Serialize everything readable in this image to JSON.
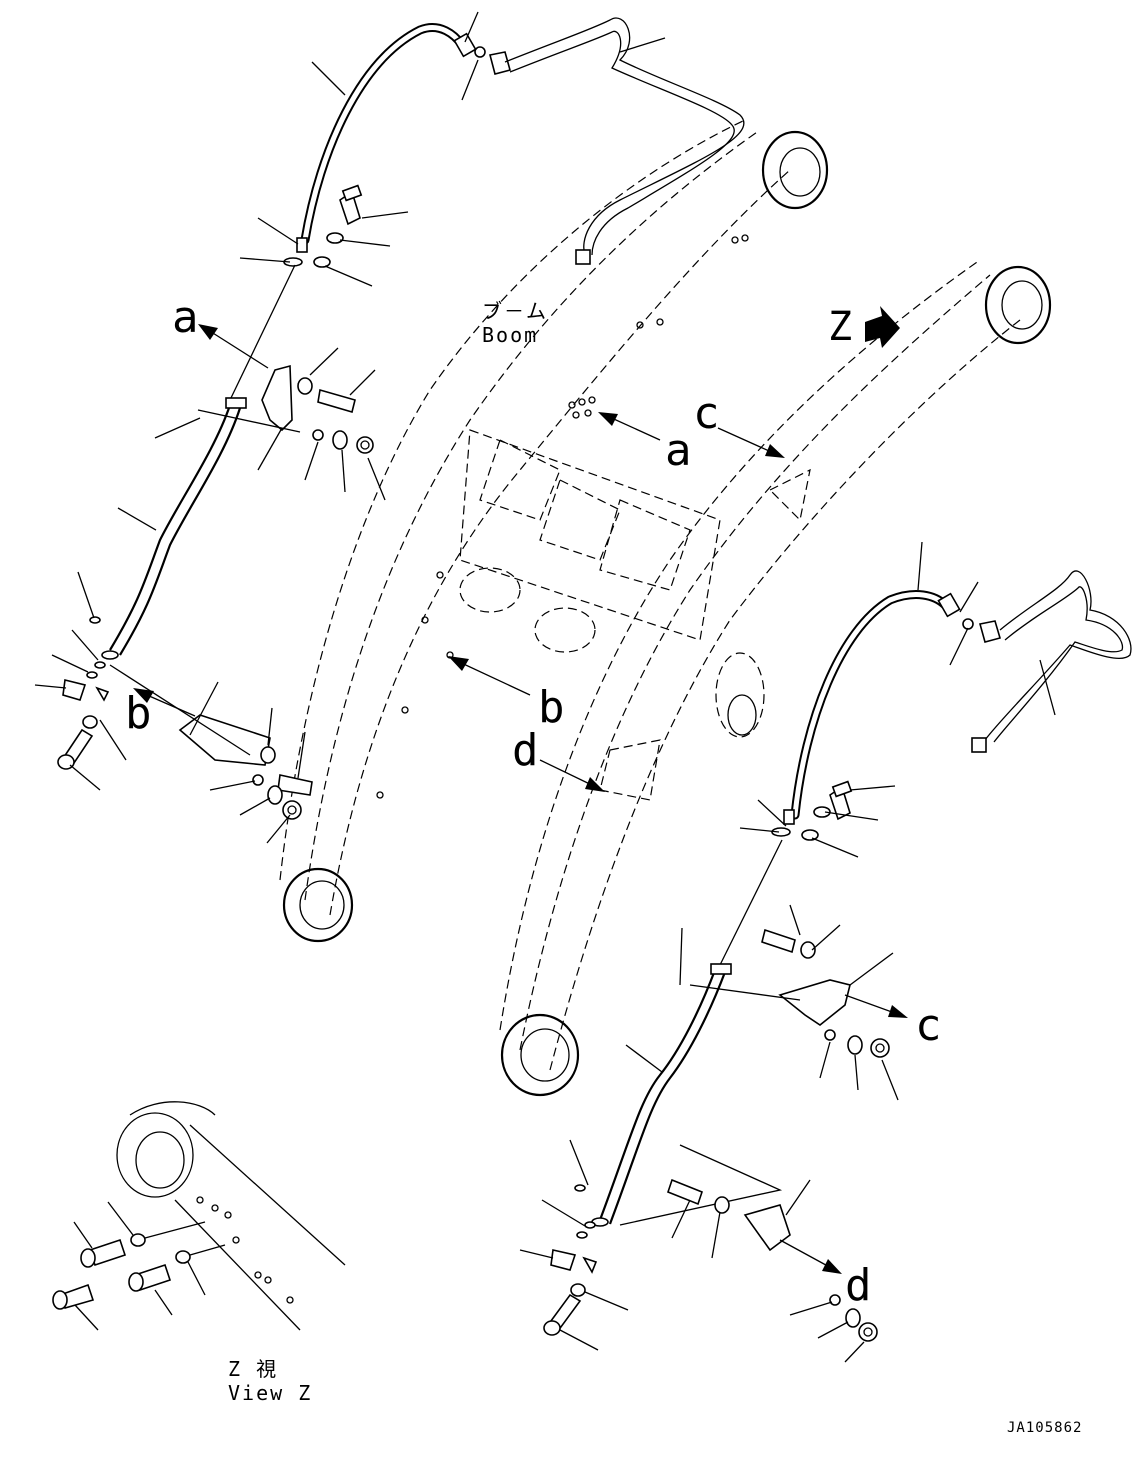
{
  "labels": {
    "boom_jp": "ブ－ム",
    "boom_en": "Boom",
    "view_z_jp": "Z 視",
    "view_z_en": "View Z",
    "arrow_z": "Z",
    "a": "a",
    "b": "b",
    "c": "c",
    "d": "d",
    "drawing_code": "JA105862"
  }
}
